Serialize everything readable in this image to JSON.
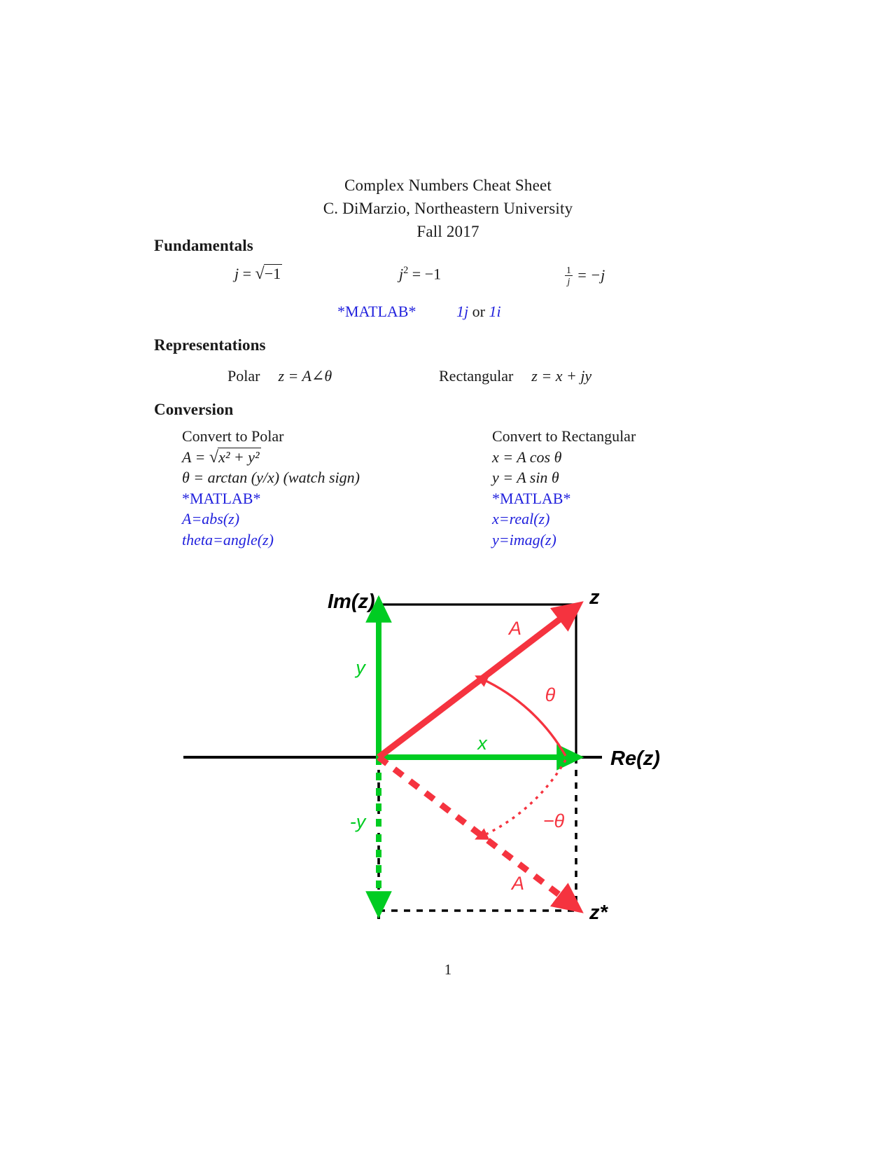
{
  "document": {
    "title": "Complex Numbers Cheat Sheet",
    "author": "C. DiMarzio, Northeastern University",
    "term": "Fall 2017",
    "page_number": "1"
  },
  "colors": {
    "text": "#1a1a1a",
    "matlab_blue": "#2222dd",
    "vector_red": "#f5333f",
    "component_green": "#00cc22",
    "axis_black": "#000000"
  },
  "sections": {
    "fundamentals": {
      "heading": "Fundamentals",
      "identities": [
        {
          "lhs": "j",
          "eq": "=",
          "rhs_radicand": "−1"
        },
        {
          "lhs": "j",
          "exponent": "2",
          "eq": "=",
          "rhs": "−1"
        },
        {
          "frac_num": "1",
          "frac_den": "j",
          "eq": "=",
          "rhs": "−j"
        }
      ],
      "matlab_label": "*MATLAB*",
      "matlab_code_1": "1j",
      "matlab_conjunction": "or",
      "matlab_code_2": "1i"
    },
    "representations": {
      "heading": "Representations",
      "polar_word": "Polar",
      "polar_formula": "z = A∠θ",
      "rectangular_word": "Rectangular",
      "rectangular_formula": "z = x + jy"
    },
    "conversion": {
      "heading": "Conversion",
      "to_polar": {
        "title": "Convert to Polar",
        "formula_A_lhs": "A =",
        "formula_A_radicand": "x² + y²",
        "formula_theta": "θ = arctan (y/x) (watch sign)",
        "matlab_label": "*MATLAB*",
        "matlab_lines": [
          "A=abs(z)",
          "theta=angle(z)"
        ]
      },
      "to_rectangular": {
        "title": "Convert to Rectangular",
        "formula_x": "x = A cos θ",
        "formula_y": "y = A sin θ",
        "matlab_label": "*MATLAB*",
        "matlab_lines": [
          "x=real(z)",
          "y=imag(z)"
        ]
      }
    }
  },
  "chart_data": {
    "type": "scatter",
    "title": "",
    "description": "Argand diagram of a complex number z and its conjugate z*",
    "xlabel": "Re(z)",
    "ylabel": "Im(z)",
    "axis_labels": {
      "real_axis": "Re(z)",
      "imaginary_axis": "Im(z)"
    },
    "points": [
      {
        "name": "z",
        "label": "z",
        "x": 1.0,
        "y": 1.0,
        "color": "#f5333f"
      },
      {
        "name": "z-conjugate",
        "label": "z*",
        "x": 1.0,
        "y": -1.0,
        "color": "#f5333f"
      }
    ],
    "vectors": [
      {
        "name": "A",
        "label": "A",
        "style": "solid",
        "color": "#f5333f",
        "to": "z"
      },
      {
        "name": "A-conjugate",
        "label": "A",
        "style": "dashed",
        "color": "#f5333f",
        "to": "z*"
      }
    ],
    "components": [
      {
        "name": "x",
        "label": "x",
        "style": "solid",
        "color": "#00cc22",
        "axis": "real"
      },
      {
        "name": "y",
        "label": "y",
        "style": "solid",
        "color": "#00cc22",
        "axis": "imaginary"
      },
      {
        "name": "-y",
        "label": "-y",
        "style": "dashed",
        "color": "#00cc22",
        "axis": "imaginary"
      }
    ],
    "angles": [
      {
        "name": "theta",
        "label": "θ",
        "style": "solid",
        "color": "#f5333f",
        "sign": "positive"
      },
      {
        "name": "negative-theta",
        "label": "−θ",
        "style": "dotted",
        "color": "#f5333f",
        "sign": "negative"
      }
    ],
    "grid": false,
    "legend": "none"
  }
}
